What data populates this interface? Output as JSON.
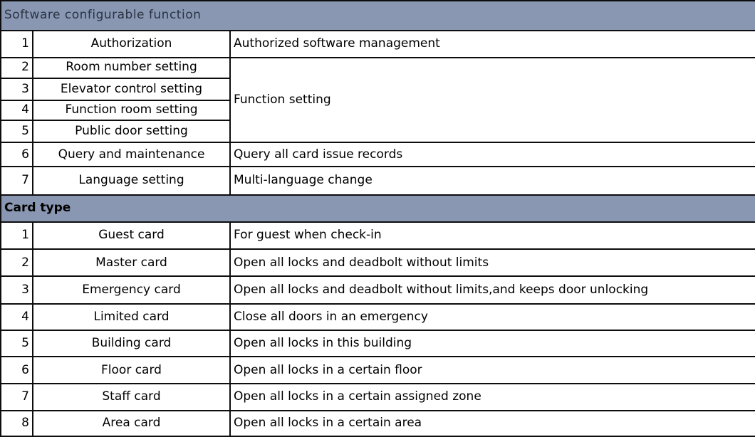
{
  "colors": {
    "band_bg": "#8997b3",
    "border": "#0d0d0d",
    "band1_text": "#2a3342",
    "body_text": "#000000"
  },
  "section1": {
    "title": "Software configurable function",
    "merged_desc": "Function setting",
    "rows": [
      {
        "num": "1",
        "name": "Authorization",
        "desc": "Authorized software management"
      },
      {
        "num": "2",
        "name": "Room number setting"
      },
      {
        "num": "3",
        "name": "Elevator control setting"
      },
      {
        "num": "4",
        "name": "Function room setting"
      },
      {
        "num": "5",
        "name": "Public door setting"
      },
      {
        "num": "6",
        "name": "Query and maintenance",
        "desc": "Query all card issue records"
      },
      {
        "num": "7",
        "name": "Language setting",
        "desc": "Multi-language change"
      }
    ]
  },
  "section2": {
    "title": "Card type",
    "rows": [
      {
        "num": "1",
        "name": "Guest card",
        "desc": "For guest when check-in"
      },
      {
        "num": "2",
        "name": "Master card",
        "desc": "Open all locks and deadbolt without limits"
      },
      {
        "num": "3",
        "name": "Emergency card",
        "desc": "Open all locks and deadbolt without limits,and keeps door unlocking"
      },
      {
        "num": "4",
        "name": "Limited card",
        "desc": "Close all doors in an emergency"
      },
      {
        "num": "5",
        "name": "Building card",
        "desc": "Open all locks in this building"
      },
      {
        "num": "6",
        "name": "Floor card",
        "desc": "Open all locks in a certain floor"
      },
      {
        "num": "7",
        "name": "Staff card",
        "desc": "Open all locks in a certain assigned zone"
      },
      {
        "num": "8",
        "name": "Area card",
        "desc": "Open all locks in a certain area"
      }
    ]
  }
}
